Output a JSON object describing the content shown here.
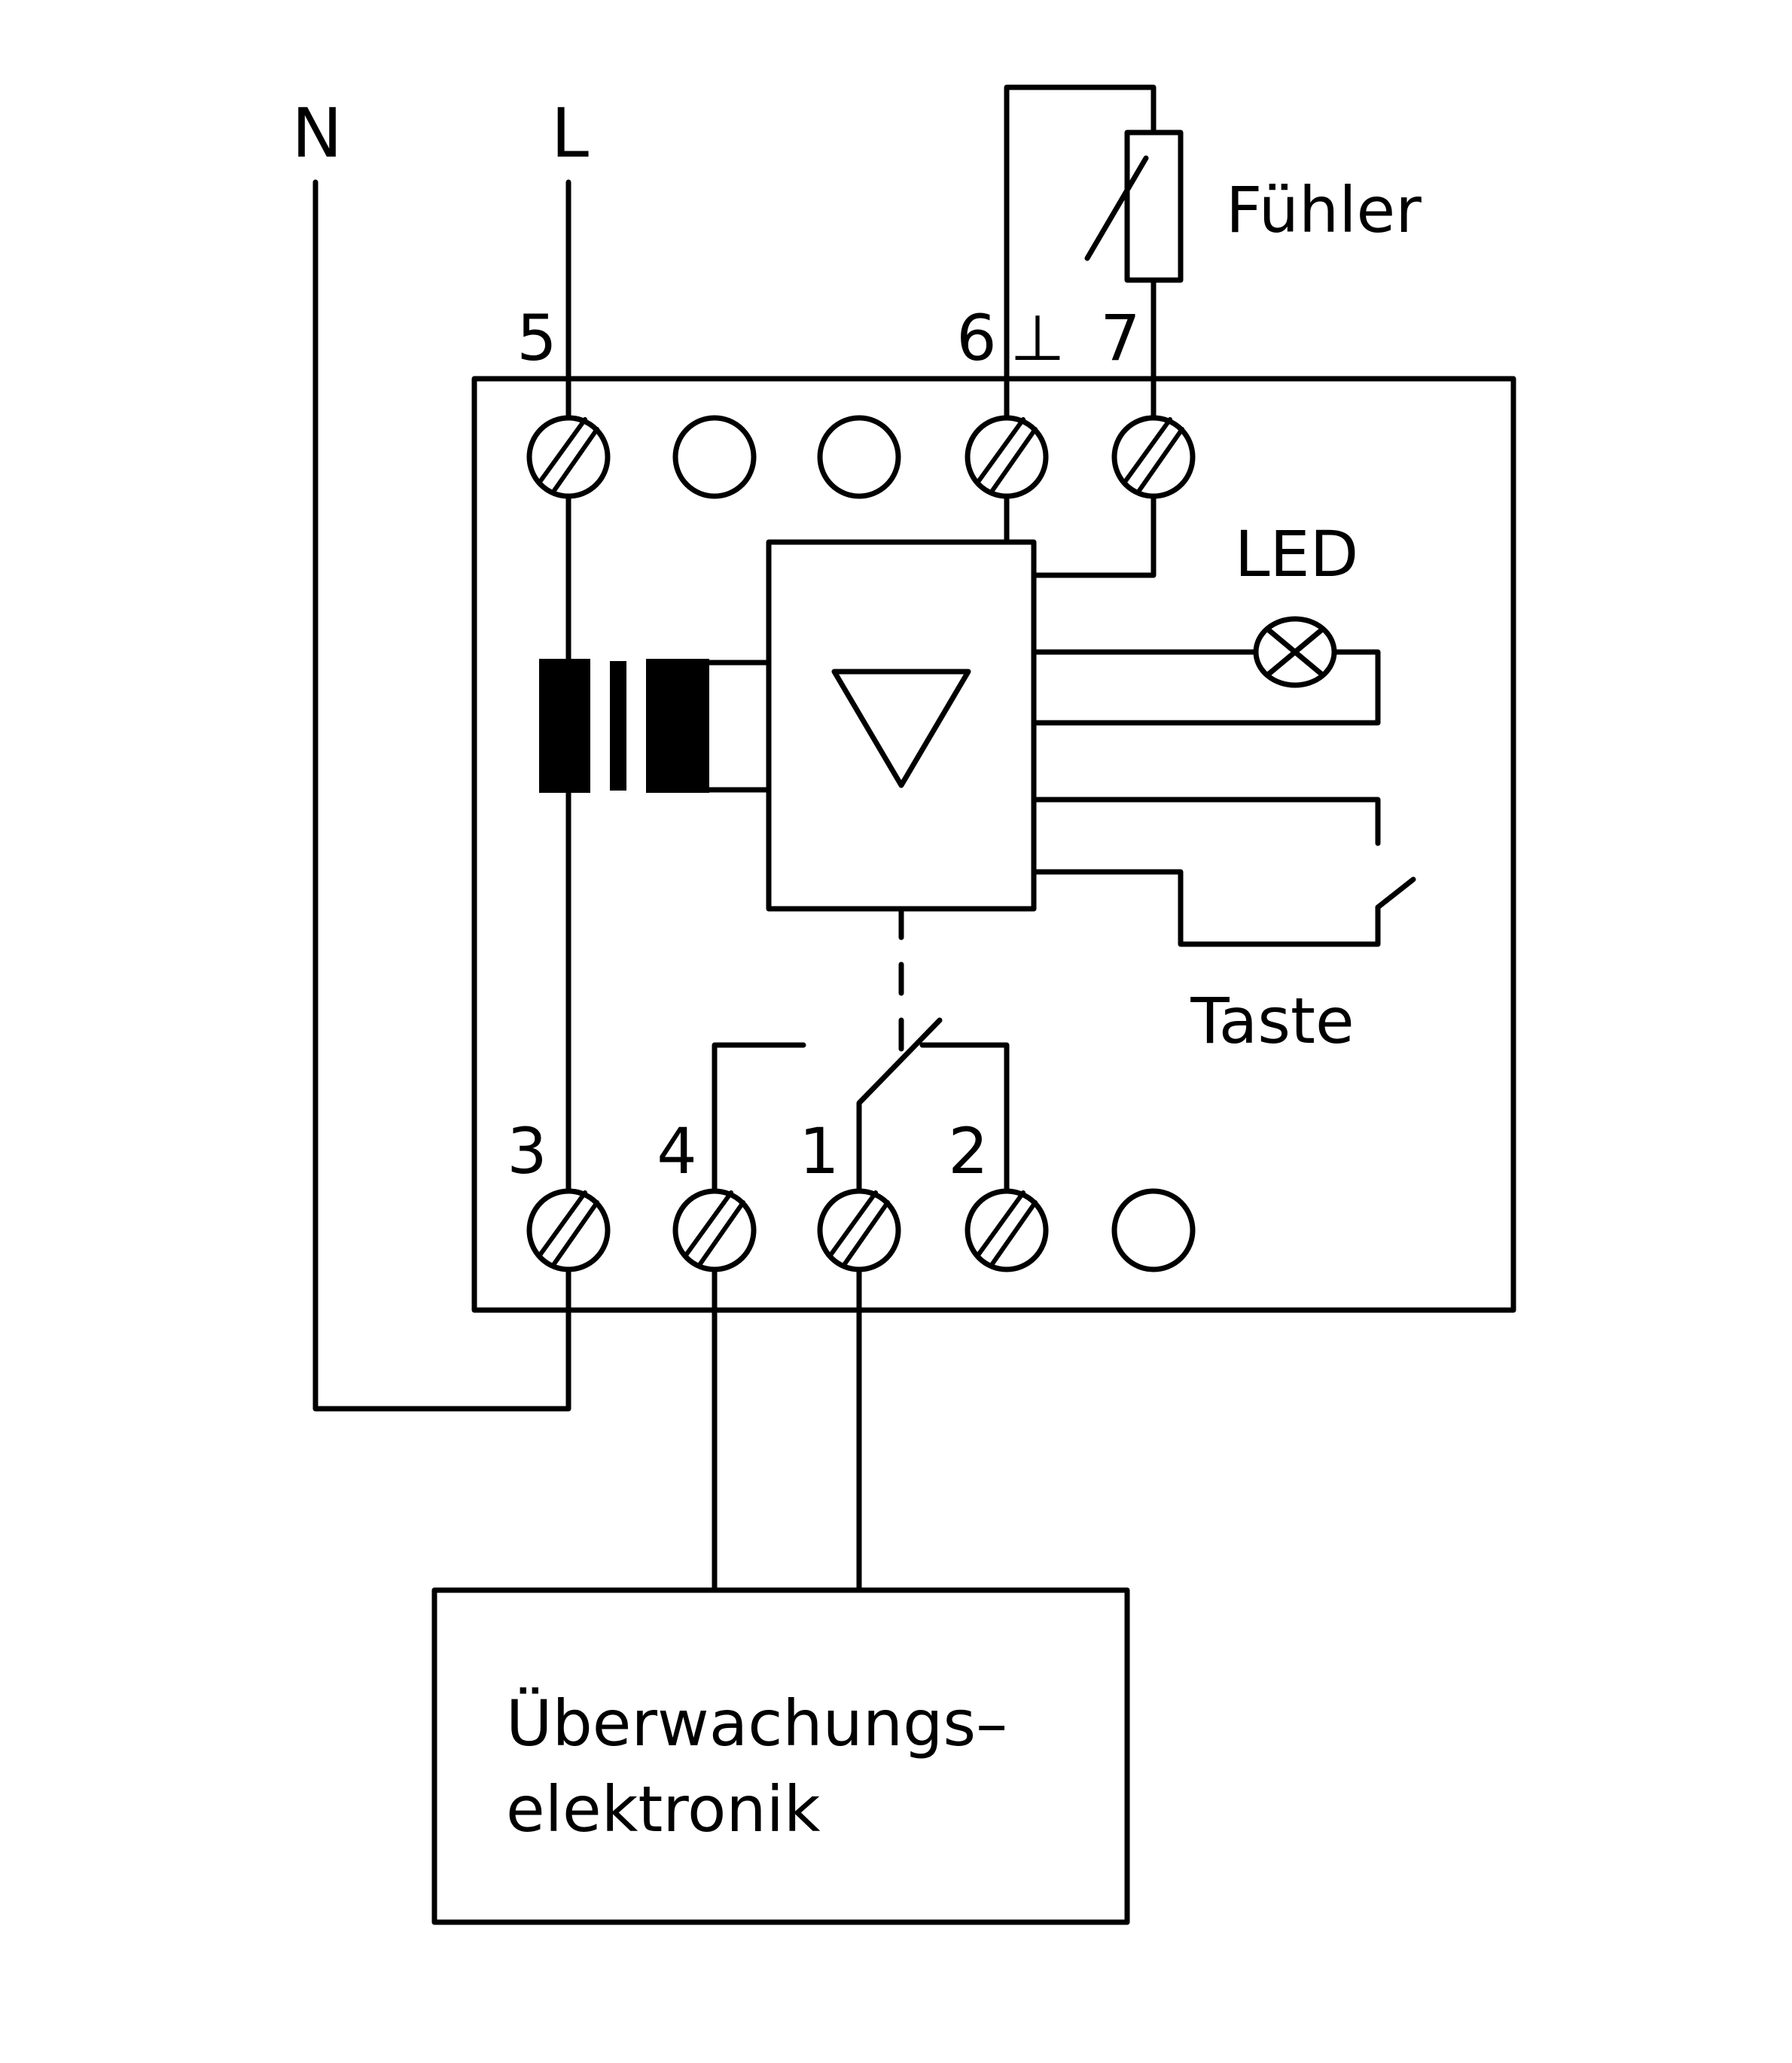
{
  "diagram": {
    "type": "wiring-diagram",
    "language": "de",
    "supply": {
      "neutral_label": "N",
      "line_label": "L"
    },
    "top_terminals": [
      {
        "label": "5",
        "connected": true
      },
      {
        "label": "",
        "connected": false
      },
      {
        "label": "",
        "connected": false
      },
      {
        "label": "6",
        "connected": true
      },
      {
        "label": "7",
        "connected": true
      }
    ],
    "ground_symbol": "⊥",
    "bottom_terminals": [
      {
        "label": "3",
        "connected": true
      },
      {
        "label": "4",
        "connected": true
      },
      {
        "label": "1",
        "connected": true
      },
      {
        "label": "2",
        "connected": true
      },
      {
        "label": "",
        "connected": false
      }
    ],
    "sensor_label": "Fühler",
    "led_label": "LED",
    "button_label": "Taste",
    "monitor_box": {
      "line1": "Überwachungs–",
      "line2": "elektronik"
    }
  }
}
